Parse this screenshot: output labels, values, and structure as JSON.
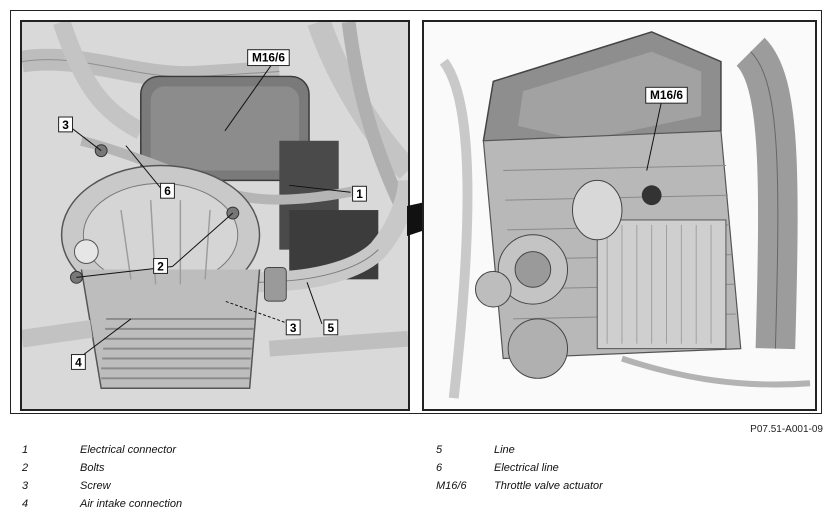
{
  "figure_code": "P07.51-A001-09",
  "callouts": {
    "left_m16_6": "M16/6",
    "c1": "1",
    "c2": "2",
    "c3_top": "3",
    "c3_bottom": "3",
    "c4": "4",
    "c5": "5",
    "c6": "6",
    "right_m16_6": "M16/6"
  },
  "legend_left": [
    {
      "num": "1",
      "label": "Electrical connector"
    },
    {
      "num": "2",
      "label": "Bolts"
    },
    {
      "num": "3",
      "label": "Screw"
    },
    {
      "num": "4",
      "label": "Air intake connection"
    }
  ],
  "legend_right": [
    {
      "num": "5",
      "label": "Line"
    },
    {
      "num": "6",
      "label": "Electrical line"
    },
    {
      "num": "M16/6",
      "label": "Throttle valve actuator"
    }
  ]
}
